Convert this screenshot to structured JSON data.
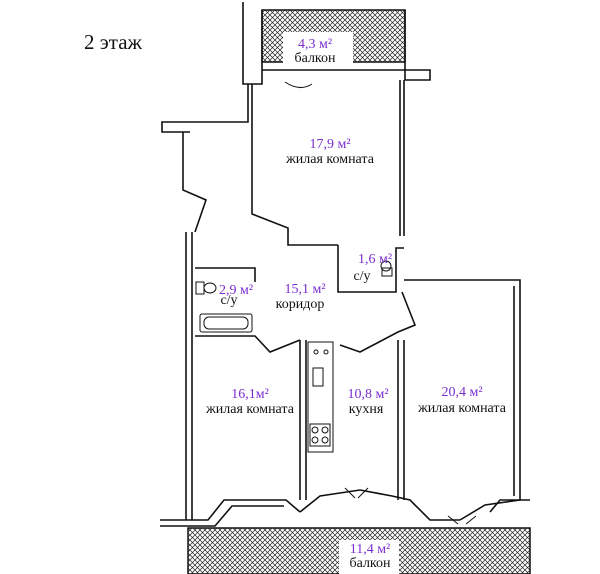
{
  "floor_title": "2 этаж",
  "colors": {
    "area_text": "#7b2fd0",
    "wall": "#111111",
    "hatch": "#222222"
  },
  "rooms": {
    "balcony_top": {
      "area": "4,3 м²",
      "name": "балкон"
    },
    "living_north": {
      "area": "17,9 м²",
      "name": "жилая комната"
    },
    "bath_small": {
      "area": "1,6 м²",
      "name": "с/у"
    },
    "bath_large": {
      "area": "2,9 м²",
      "name": "с/у"
    },
    "corridor": {
      "area": "15,1 м²",
      "name": "коридор"
    },
    "living_west": {
      "area": "16,1м²",
      "name": "жилая комната"
    },
    "kitchen": {
      "area": "10,8 м²",
      "name": "кухня"
    },
    "living_east": {
      "area": "20,4 м²",
      "name": "жилая комната"
    },
    "balcony_bottom": {
      "area": "11,4 м²",
      "name": "балкон"
    }
  }
}
